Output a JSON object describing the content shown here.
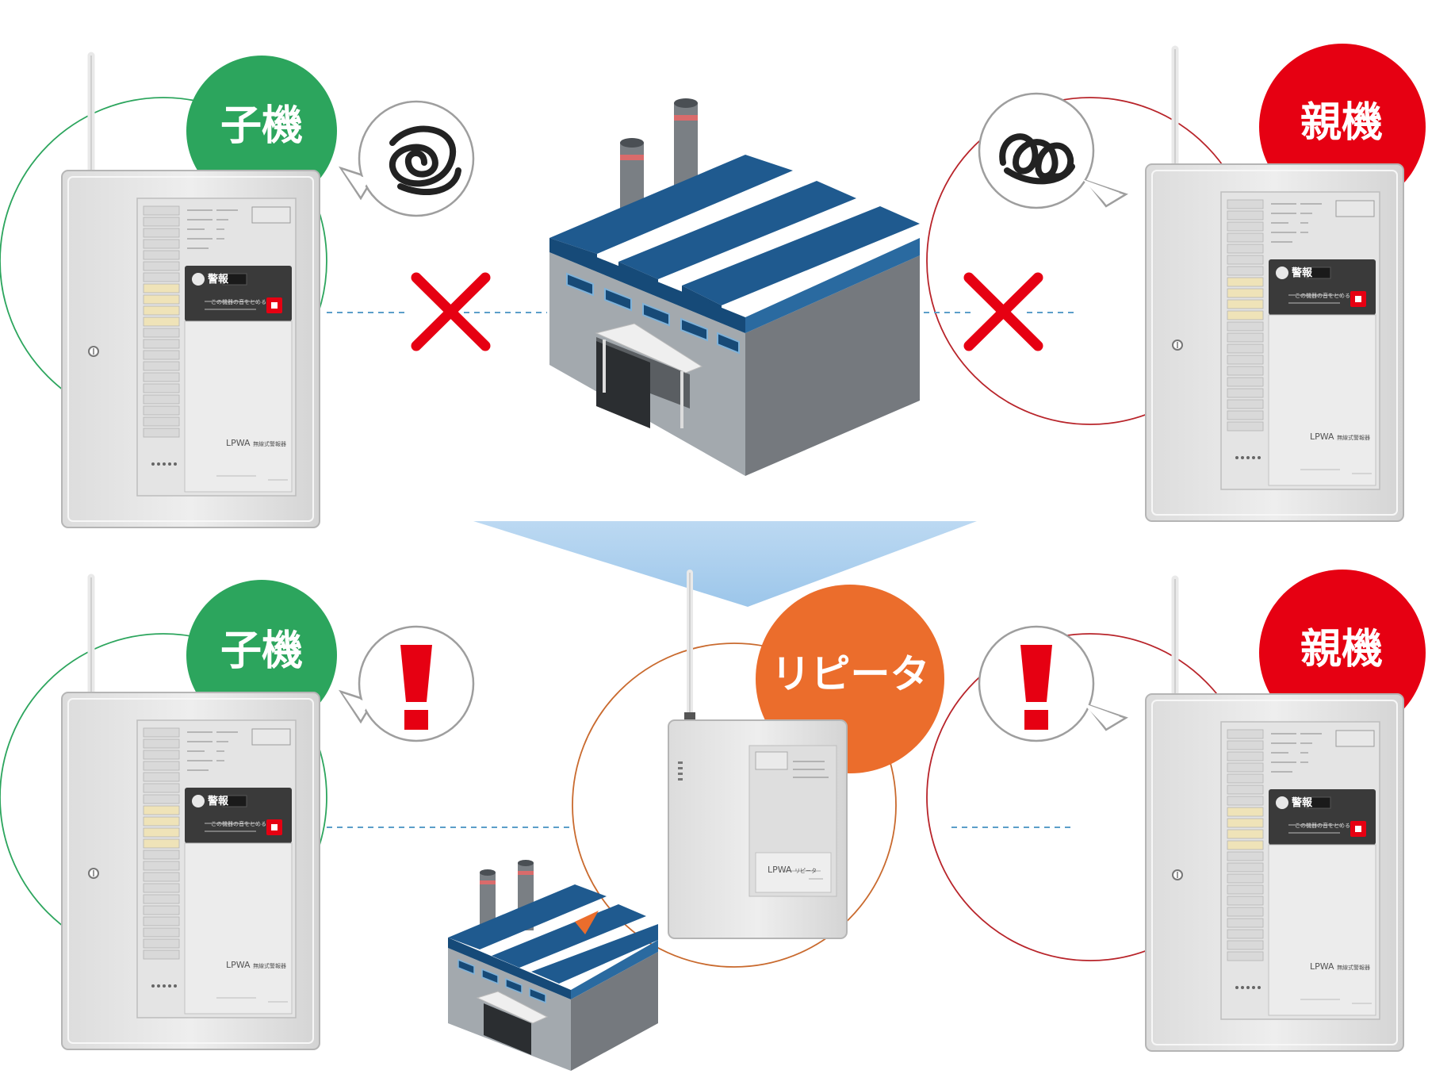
{
  "labels": {
    "child": "子機",
    "parent": "親機",
    "repeater": "リピータ"
  },
  "device": {
    "brand": "LPWA",
    "brand_sub": "無線式警報器",
    "alarm": "警報",
    "stop_text": "この機器の音をとめる",
    "repeater_brand": "LPWA",
    "repeater_sub": "リピータ"
  },
  "colors": {
    "child": "#2ca55d",
    "parent": "#e60012",
    "repeater": "#eb6d2c",
    "cross": "#e60012",
    "factory_roof": "#1f5a8f",
    "factory_wall": "#9aa0a6",
    "arrow": "#a9cdec"
  },
  "status": {
    "top": "blocked",
    "bottom": "ok"
  }
}
